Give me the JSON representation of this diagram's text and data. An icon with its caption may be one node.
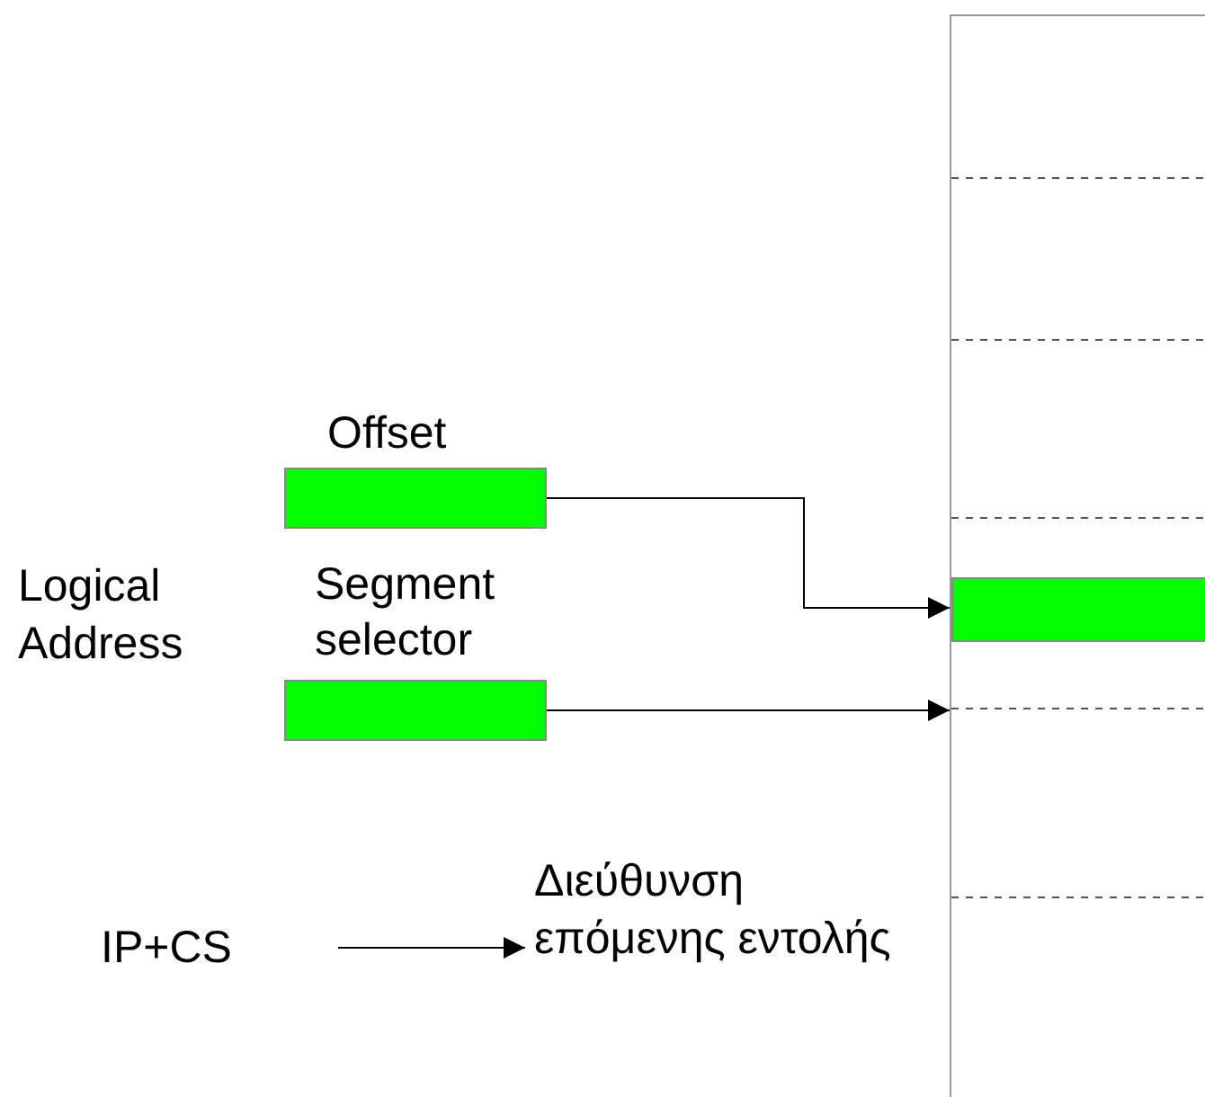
{
  "diagram": {
    "nodes": [
      {
        "text": [
          "Offset"
        ]
      },
      {
        "text": [
          "Segment selector"
        ]
      },
      {
        "text": [],
        "shape": "box"
      },
      {
        "text": [],
        "shape": "bar",
        "in": 2
      },
      {
        "text": [
          "IP+CS"
        ]
      },
      {
        "text": [
          "Διεύθυνση επόμενης εντολής"
        ]
      }
    ],
    "edges": [
      {
        "from": 0,
        "to": 3,
        "arrow": "to"
      },
      {
        "from": 1,
        "to": 2,
        "arrow": "to"
      },
      {
        "from": 4,
        "to": 5,
        "arrow": "to"
      }
    ],
    "labels": [
      "Logical Address"
    ]
  }
}
